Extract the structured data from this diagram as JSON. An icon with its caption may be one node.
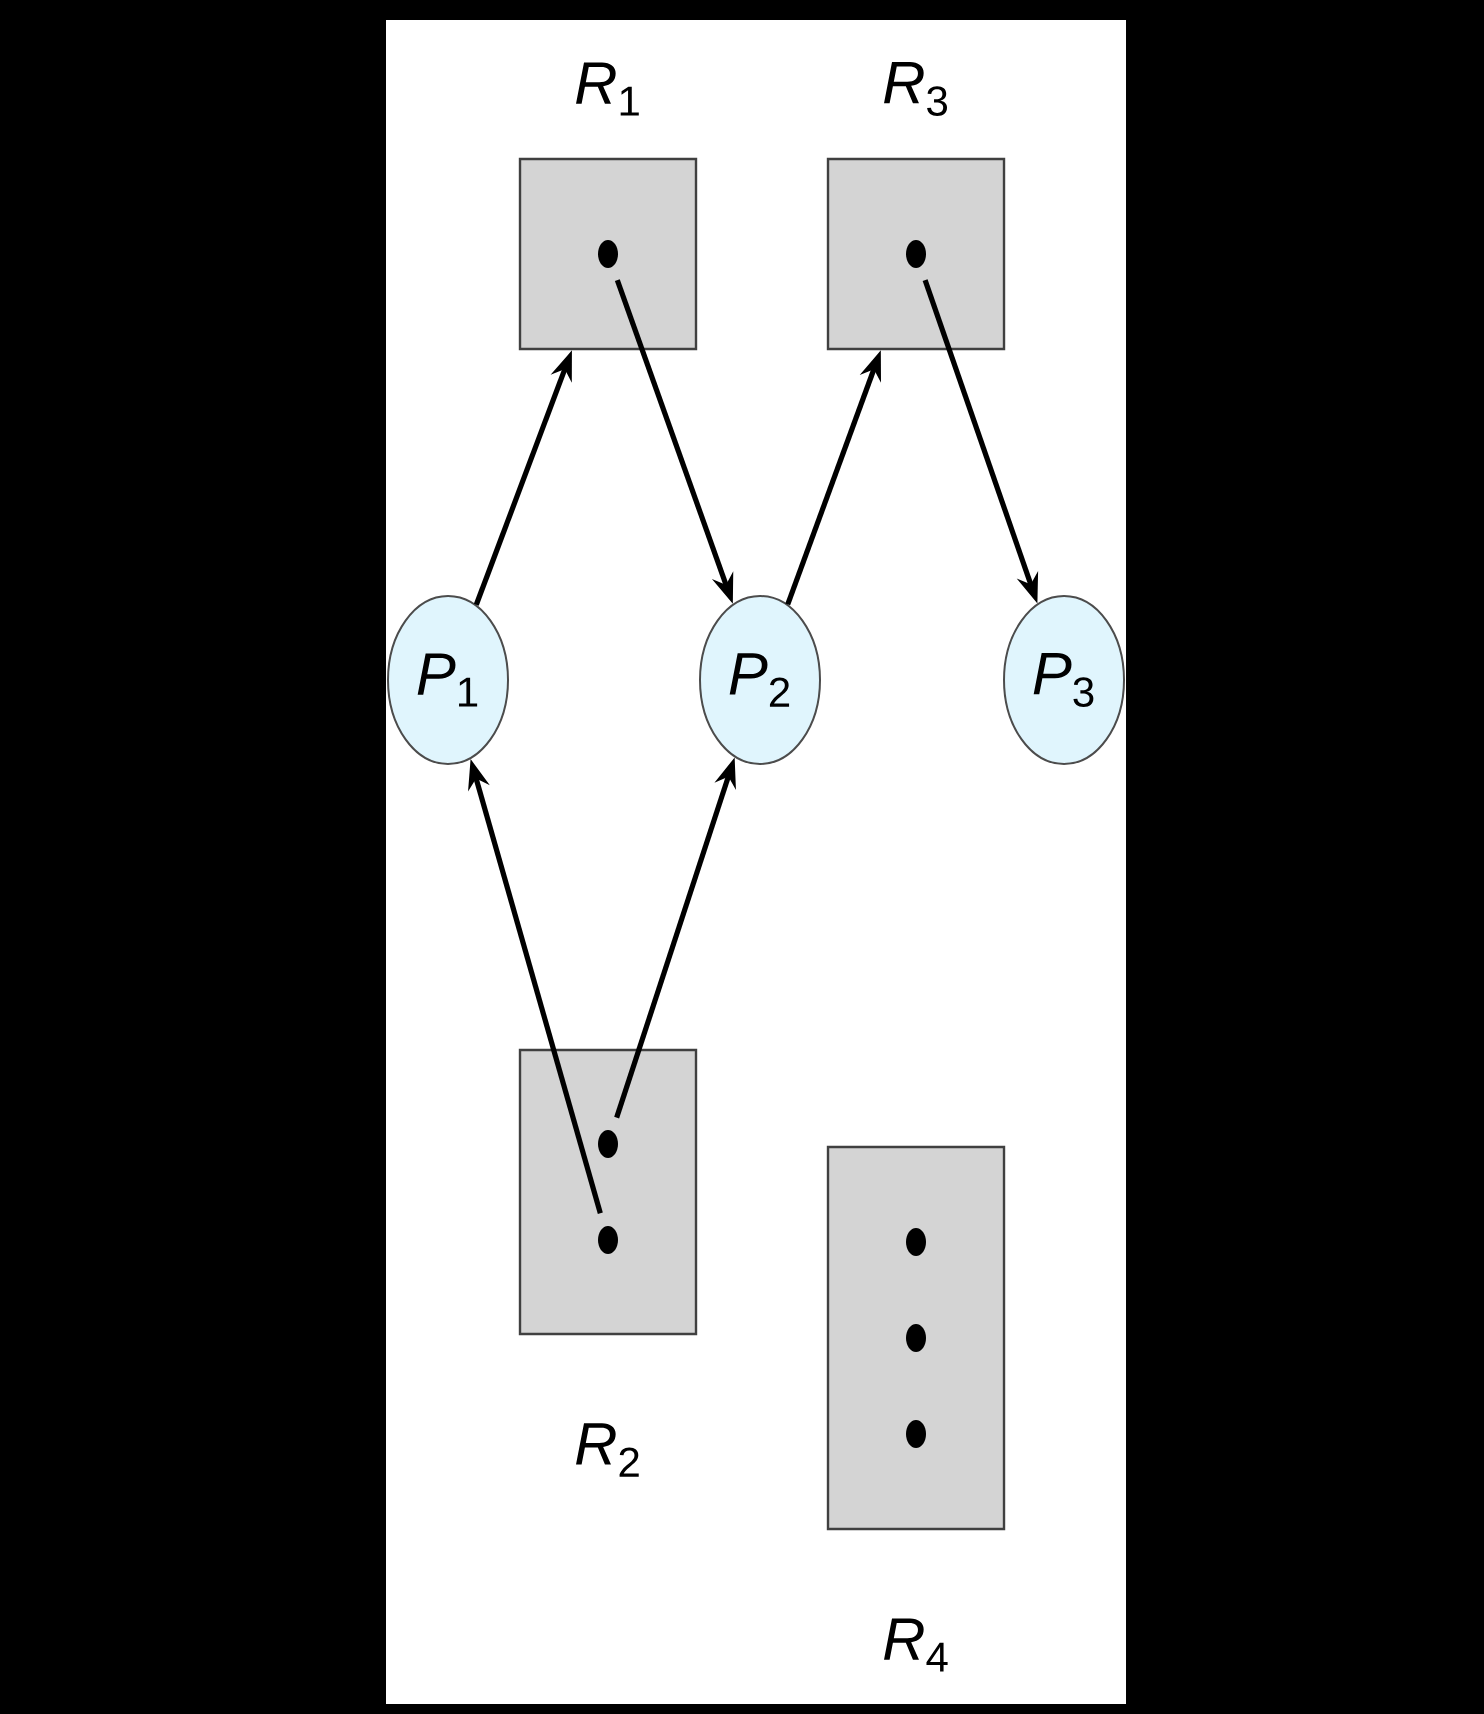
{
  "diagram": {
    "nodes": [
      {
        "text": [
          "*R*$_{1}$"
        ]
      },
      {
        "text": [],
        "shape": "circle",
        "in": 0
      },
      {
        "text": [
          "*R*$_{3}$"
        ]
      },
      {
        "text": [],
        "shape": "circle",
        "in": 2
      },
      {
        "text": [
          "*P*$_{1}$"
        ]
      },
      {
        "text": [
          "*P*$_{2}$"
        ]
      },
      {
        "text": [
          "*P*$_{3}$"
        ]
      },
      {
        "text": [
          "*R*$_{2}$"
        ]
      },
      {
        "text": [],
        "shape": "circle",
        "in": 7
      },
      {
        "text": [],
        "shape": "circle",
        "in": 7
      },
      {
        "text": [
          "*R*$_{4}$"
        ]
      },
      {
        "text": [],
        "shape": "circle",
        "in": 10
      },
      {
        "text": [],
        "shape": "circle",
        "in": 10
      },
      {
        "text": [],
        "shape": "circle",
        "in": 10
      }
    ],
    "edges": [
      {
        "from": 4,
        "to": 0,
        "arrow": "to"
      },
      {
        "from": 1,
        "to": 5,
        "arrow": "to"
      },
      {
        "from": 5,
        "to": 2,
        "arrow": "to"
      },
      {
        "from": 3,
        "to": 6,
        "arrow": "to"
      },
      {
        "from": 9,
        "to": 4,
        "arrow": "to"
      },
      {
        "from": 8,
        "to": 5,
        "arrow": "to"
      }
    ]
  }
}
